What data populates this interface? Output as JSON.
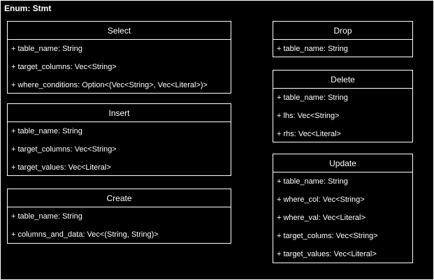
{
  "container": {
    "title": "Enum: Stmt"
  },
  "classes": {
    "select": {
      "name": "Select",
      "fields": [
        "+ table_name: String",
        "+ target_columns: Vec<String>",
        "+ where_conditions: Option<(Vec<String>, Vec<Literal>)>"
      ]
    },
    "insert": {
      "name": "Insert",
      "fields": [
        "+ table_name: String",
        "+ target_columns: Vec<String>",
        "+ target_values: Vec<Literal>"
      ]
    },
    "create": {
      "name": "Create",
      "fields": [
        "+ table_name: String",
        "+ columns_and_data: Vec<(String, String)>"
      ]
    },
    "drop": {
      "name": "Drop",
      "fields": [
        "+ table_name: String"
      ]
    },
    "delete": {
      "name": "Delete",
      "fields": [
        "+ table_name: String",
        "+ lhs: Vec<String>",
        "+ rhs: Vec<Literal>"
      ]
    },
    "update": {
      "name": "Update",
      "fields": [
        "+ table_name: String",
        "+ where_col: Vec<String>",
        "+ where_val: Vec<Literal>",
        "+ target_colums: Vec<String>",
        "+ target_values: Vec<Literal>"
      ]
    }
  },
  "colors": {
    "background": "#000000",
    "stroke": "#ffffff",
    "text": "#ffffff"
  }
}
